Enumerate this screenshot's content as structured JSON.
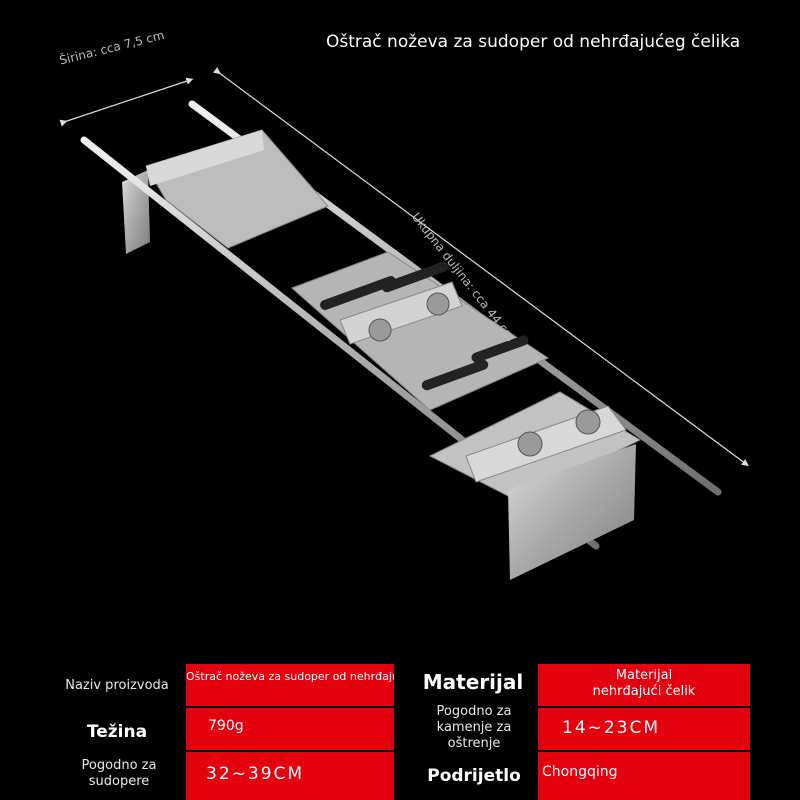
{
  "title": "Oštrač noževa za sudoper od nehrđajućeg čelika",
  "dimensions": {
    "width": "Širina: cca 7,5 cm",
    "length": "Ukupna duljina: cca 44 cm"
  },
  "specs": {
    "name_label": "Naziv proizvoda",
    "name_value": "Oštrač noževa za sudoper od nehrđajućeg čelika",
    "weight_label": "Težina",
    "weight_value": "790g",
    "sink_label": "Pogodno za sudopere",
    "sink_value": "32~39CM",
    "material_label": "Materijal",
    "material_value": "Materijal nehrđajući čelik",
    "stone_label": "Pogodno za kamenje za oštrenje",
    "stone_value": "14~23CM",
    "origin_label": "Podrijetlo",
    "origin_value": "Chongqing"
  },
  "colors": {
    "background": "#000000",
    "accent": "#e3000f",
    "steel": "#b8b8b8"
  }
}
